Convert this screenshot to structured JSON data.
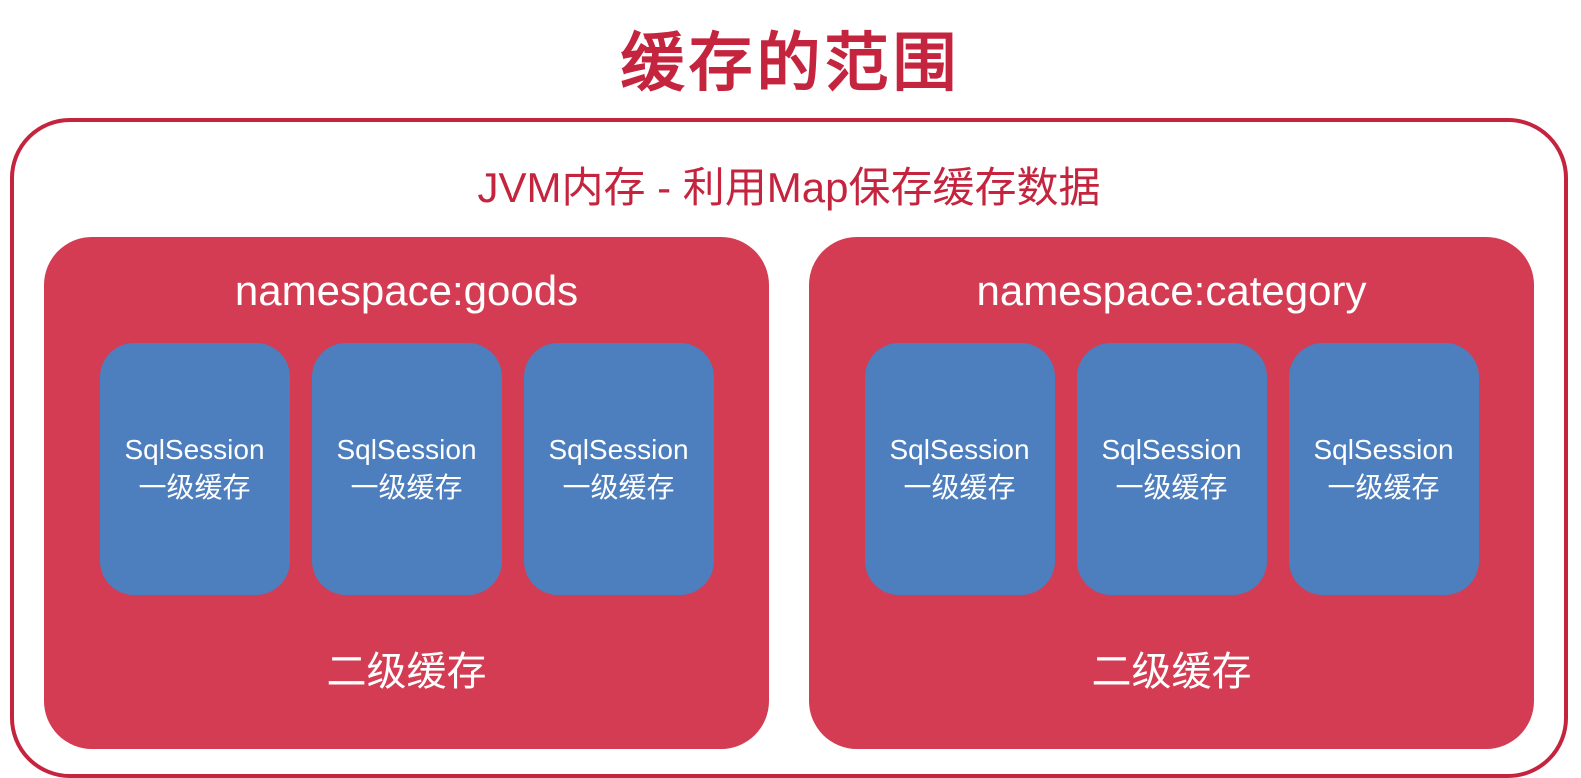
{
  "title": "缓存的范围",
  "jvm_label": "JVM内存 - 利用Map保存缓存数据",
  "colors": {
    "accent_red": "#c4243e",
    "group_red": "#d33c52",
    "session_blue": "#4d7ebe",
    "text_on_color": "#ffffff"
  },
  "groups": [
    {
      "namespace": "namespace:goods",
      "sessions": [
        {
          "line1": "SqlSession",
          "line2": "一级缓存"
        },
        {
          "line1": "SqlSession",
          "line2": "一级缓存"
        },
        {
          "line1": "SqlSession",
          "line2": "一级缓存"
        }
      ],
      "footer": "二级缓存"
    },
    {
      "namespace": "namespace:category",
      "sessions": [
        {
          "line1": "SqlSession",
          "line2": "一级缓存"
        },
        {
          "line1": "SqlSession",
          "line2": "一级缓存"
        },
        {
          "line1": "SqlSession",
          "line2": "一级缓存"
        }
      ],
      "footer": "二级缓存"
    }
  ]
}
